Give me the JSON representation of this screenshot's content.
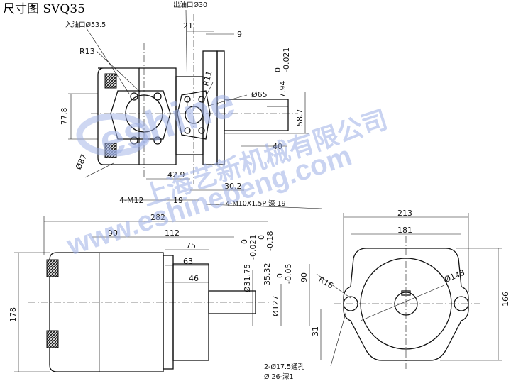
{
  "title": "尺寸图  SVQ35",
  "watermark": {
    "text_main": "eshine",
    "text_cn": "上海艺新机械有限公司",
    "text_url": "www.eshinebeng.com",
    "color": "#9db0e6"
  },
  "top_view": {
    "outlet_label": "出油口Ø30",
    "inlet_label": "入油口Ø53.5",
    "r13": "R13",
    "r11": "R11",
    "d21": "21",
    "d9": "9",
    "d77_8": "77.8",
    "d87": "Ø87",
    "d65": "Ø65",
    "tol_794": "7.94",
    "tol_794_up": "0",
    "tol_794_low": "-0.021",
    "d58_7": "58.7",
    "d40": "40",
    "d42_9": "42.9",
    "d30_2": "30.2",
    "d19": "19",
    "m12": "4-M12",
    "m10": "4-M10X1.5P 深 19"
  },
  "side_view": {
    "d282": "282",
    "d90": "90",
    "d112": "112",
    "d75": "75",
    "d63": "63",
    "d46": "46",
    "d178": "178",
    "d31_75": "Ø31.75",
    "tol_31_up": "0",
    "tol_31_low": "-0.021",
    "d35_32": "35.32",
    "tol_35_up": "0",
    "tol_35_low": "-0.18",
    "d127": "Ø127",
    "tol_127_up": "0",
    "tol_127_low": "-0.05",
    "d90v": "90"
  },
  "front_view": {
    "d213": "213",
    "d181": "181",
    "r16": "R16",
    "d148": "Ø148",
    "d166": "166",
    "d31": "31",
    "hole_note1": "2-Ø17.5通孔",
    "hole_note2": "Ø 26-深1"
  }
}
